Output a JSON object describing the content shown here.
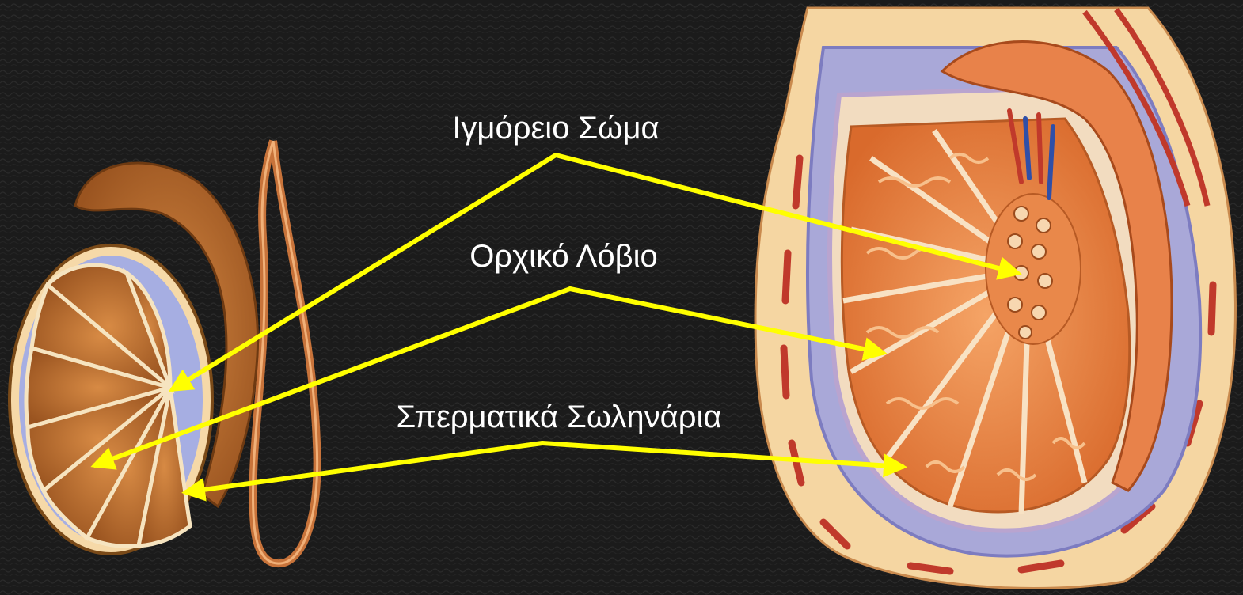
{
  "labels": {
    "mediastinum": "Ιγμόρειο Σώμα",
    "lobule": "Ορχικό Λόβιο",
    "tubules": "Σπερματικά Σωληνάρια"
  },
  "colors": {
    "background": "#1b1b1b",
    "arrow": "#ffff00",
    "label_text": "#ffffff",
    "tissue": "#e07a3a",
    "tissue_light": "#f3a15f",
    "capsule": "#f6d9a8",
    "tunica": "#9fa8e0",
    "vessel": "#c0392b"
  }
}
